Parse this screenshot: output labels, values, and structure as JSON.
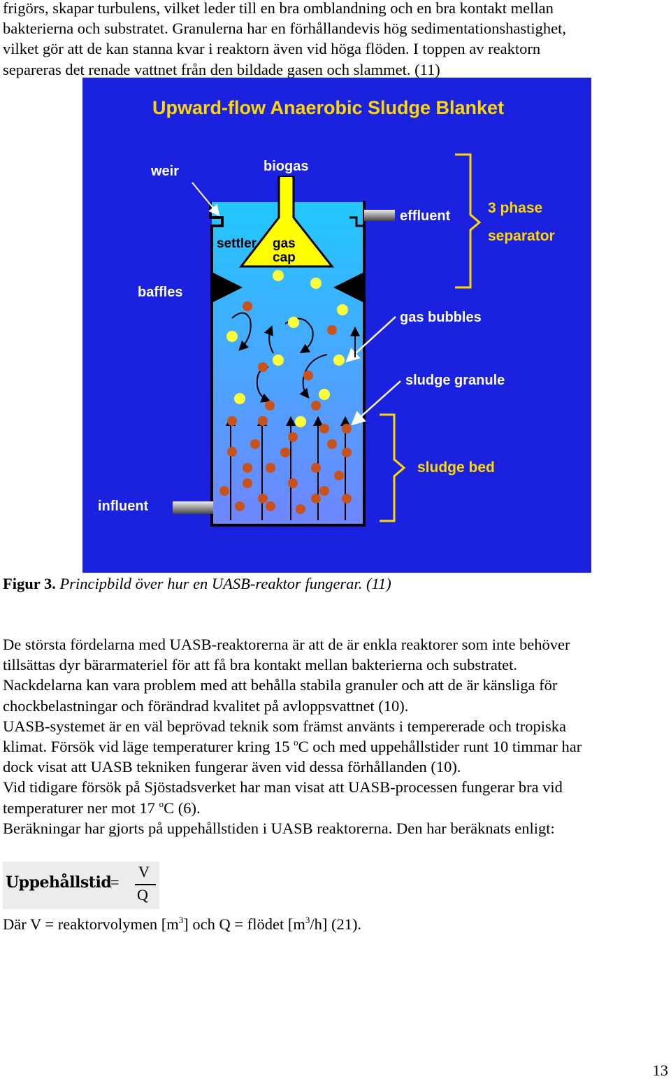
{
  "intro_lines": [
    "frigörs, skapar turbulens, vilket leder till en bra omblandning och en bra kontakt mellan",
    "bakterierna och substratet. Granulerna har en förhållandevis hög sedimentationshastighet,",
    "vilket gör att de kan stanna kvar i reaktorn även vid höga flöden. I toppen av reaktorn",
    "separeras det renade vattnet från den bildade gasen och slammet. (11)"
  ],
  "figure": {
    "title": "Upward-flow Anaerobic Sludge Blanket",
    "labels": {
      "weir": "weir",
      "biogas": "biogas",
      "effluent": "effluent",
      "three_phase_1": "3 phase",
      "three_phase_2": "separator",
      "settler": "settler",
      "gas": "gas",
      "cap": "cap",
      "baffles": "baffles",
      "gas_bubbles": "gas bubbles",
      "sludge_granule": "sludge granule",
      "sludge_bed": "sludge bed",
      "influent": "influent"
    },
    "colors": {
      "background": "#1a22e0",
      "title": "#ffd800",
      "liquid_top": "#22c8ff",
      "liquid_bottom": "#6f86ff",
      "gas_bubble": "#ffff3a",
      "sludge_granule": "#c8521a",
      "label": "#ffffff",
      "bracket": "#ffd800"
    }
  },
  "caption": {
    "label": "Figur 3.",
    "text": "Principbild över hur en UASB-reaktor fungerar.",
    "ref": "(11)"
  },
  "body": {
    "line1": "De största fördelarna med UASB-reaktorerna är att de är enkla reaktorer som inte behöver",
    "line2": "tillsättas dyr bärarmateriel för att få bra kontakt mellan bakterierna och substratet.",
    "line3": "Nackdelarna kan vara problem med att behålla stabila granuler och att de är känsliga för",
    "line4": "chockbelastningar och förändrad kvalitet på avloppsvattnet (10).",
    "line5": "UASB-systemet är en väl beprövad teknik som främst använts i tempererade och tropiska",
    "line6a": "klimat. Försök vid läge temperaturer kring 15 ",
    "line6sup": "o",
    "line6b": "C och med uppehållstider runt 10 timmar har",
    "line7": "dock visat att UASB tekniken fungerar även vid dessa förhållanden  (10).",
    "line8": "Vid tidigare försök på Sjöstadsverket har man visat att UASB-processen fungerar bra vid",
    "line9a": "temperaturer ner mot 17 ",
    "line9sup": "o",
    "line9b": "C (6).",
    "line10": "Beräkningar har gjorts på uppehållstiden i UASB reaktorerna. Den har beräknats enligt:"
  },
  "formula": {
    "lhs": "Uppehållstid",
    "eq": "=",
    "numerator": "V",
    "denominator": "Q"
  },
  "definition": {
    "a": "Där V = reaktorvolymen [m",
    "sup1": "3",
    "b": "] och Q = flödet [m",
    "sup2": "3",
    "c": "/h] (21)."
  },
  "page_number": "13"
}
